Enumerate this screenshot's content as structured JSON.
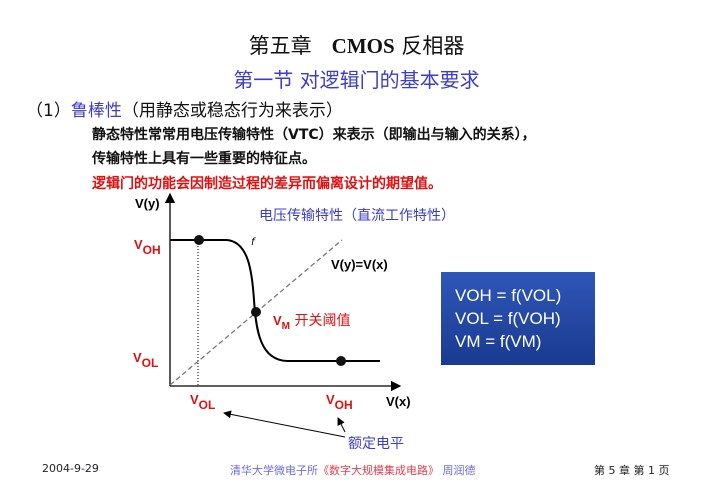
{
  "title": {
    "chapter": "第五章",
    "cmos": "CMOS",
    "rest": "反相器"
  },
  "subtitle": "第一节 对逻辑门的基本要求",
  "section": {
    "num": "（1）",
    "key": "鲁棒性",
    "rest": "（用静态或稳态行为来表示）"
  },
  "body": [
    "静态特性常常用电压传输特性（VTC）来表示（即输出与输入的关系），",
    "传输特性上具有一些重要的特征点。"
  ],
  "warning": "逻辑门的功能会因制造过程的差异而偏离设计的期望值。",
  "graph": {
    "y_axis": "V(y)",
    "x_axis": "V(x)",
    "caption": "电压传输特性（直流工作特性）",
    "f": "f",
    "diagonal": "V(y)=V(x)",
    "voh_y": {
      "v": "V",
      "s": "OH"
    },
    "vol_y": {
      "v": "V",
      "s": "OL"
    },
    "vol_x": {
      "v": "V",
      "s": "OL"
    },
    "voh_x": {
      "v": "V",
      "s": "OH"
    },
    "vm": {
      "v": "V",
      "s": "M",
      "text": " 开关阈值"
    },
    "rated": "额定电平"
  },
  "box": [
    "VOH = f(VOL)",
    "VOL = f(VOH)",
    "VM = f(VM)"
  ],
  "footer": {
    "date": "2004-9-29",
    "org": "清华大学微电子所",
    "book": "《数字大规模集成电路》",
    "author": " 周润德",
    "page": "第 5 章 第 1 页"
  }
}
